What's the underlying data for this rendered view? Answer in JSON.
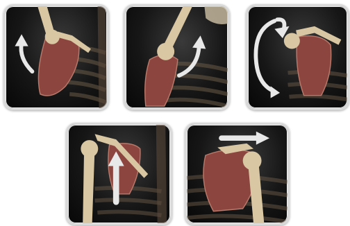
{
  "figure": {
    "panels": [
      {
        "id": "panel-1",
        "motion": "upward-rotation",
        "arrow_icon": "curved-arrow-up-left-icon"
      },
      {
        "id": "panel-2",
        "motion": "downward-rotation",
        "arrow_icon": "curved-arrow-up-right-icon"
      },
      {
        "id": "panel-3",
        "motion": "circumduction",
        "arrow_icon": "circular-arrow-icon"
      },
      {
        "id": "panel-4",
        "motion": "elevation",
        "arrow_icon": "straight-arrow-up-icon"
      },
      {
        "id": "panel-5",
        "motion": "protraction",
        "arrow_icon": "straight-arrow-right-icon"
      }
    ],
    "colors": {
      "background": "#ffffff",
      "tile_border": "#d9d9d9",
      "bone": "#d9c7a3",
      "muscle": "#9a4a44",
      "arrow": "#e8e8e8"
    }
  }
}
